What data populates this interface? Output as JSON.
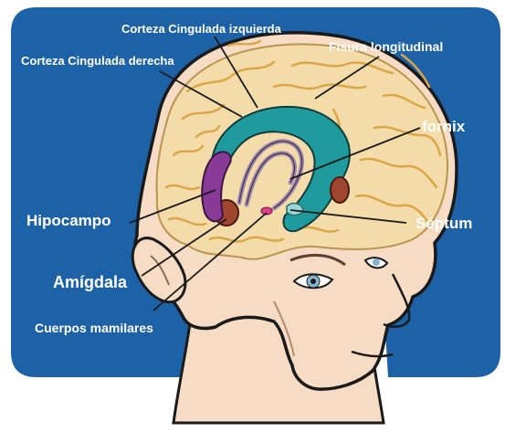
{
  "labels": {
    "cingulate_left": "Corteza Cingulada izquierda",
    "cingulate_right": "Corteza Cingulada derecha",
    "longitudinal_fissure": "Fisura longitudinal",
    "fornix": "fornix",
    "hippocampus": "Hipocampo",
    "septum": "Séptum",
    "amygdala": "Amígdala",
    "mammillary_bodies": "Cuerpos mamilares"
  },
  "colors": {
    "background": "#1d62a6",
    "skin": "#f6dcc4",
    "brain": "#f4dcaa",
    "gyri": "#dca648",
    "cingulate": "#1f9b9d",
    "fornix": "#a28cae",
    "hippocampus": "#8a3b97",
    "amygdala": "#a0452f",
    "septum": "#9bd6d6",
    "mammillary": "#e23c8c",
    "eye": "#86b4ce",
    "outline": "#1a1a1a",
    "label_text": "#ffffff"
  }
}
